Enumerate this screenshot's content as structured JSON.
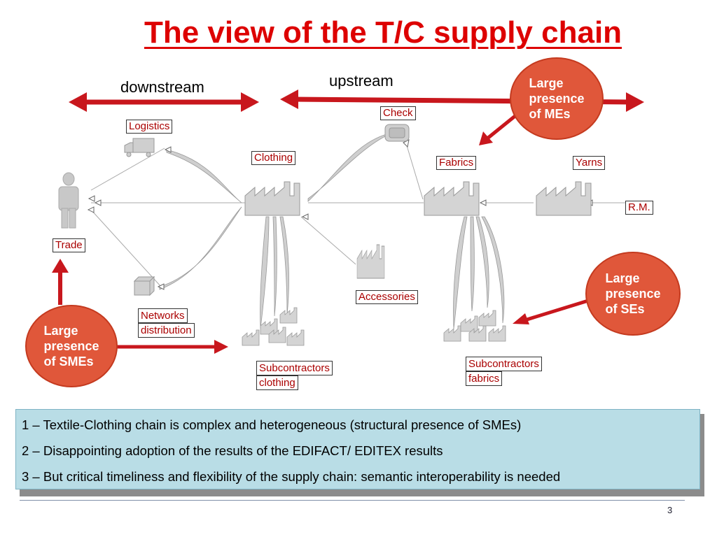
{
  "title": "The view of the T/C supply chain",
  "directions": {
    "downstream": "downstream",
    "upstream": "upstream"
  },
  "nodes": {
    "logistics": "Logistics",
    "check": "Check",
    "clothing": "Clothing",
    "fabrics": "Fabrics",
    "yarns": "Yarns",
    "raw_materials": "R.M.",
    "trade": "Trade",
    "accessories": "Accessories",
    "networks_line1": "Networks",
    "networks_line2": "distribution",
    "subcontractors_clothing_line1": "Subcontractors",
    "subcontractors_clothing_line2": "clothing",
    "subcontractors_fabrics_line1": "Subcontractors",
    "subcontractors_fabrics_line2": "fabrics"
  },
  "bubbles": {
    "mes": "Large\npresence\nof MEs",
    "ses": "Large\npresence\nof SEs",
    "smes": "Large\npresence\nof SMEs"
  },
  "notes": [
    "1 – Textile-Clothing chain is complex and heterogeneous (structural presence of SMEs)",
    "2 – Disappointing adoption of the results of the EDIFACT/ EDITEX results",
    "3 – But critical timeliness and flexibility of the supply chain: semantic interoperability is needed"
  ],
  "page_number": "3",
  "colors": {
    "accent": "#dd0000",
    "bubble": "#e0573a",
    "panel": "#b9dde6"
  }
}
